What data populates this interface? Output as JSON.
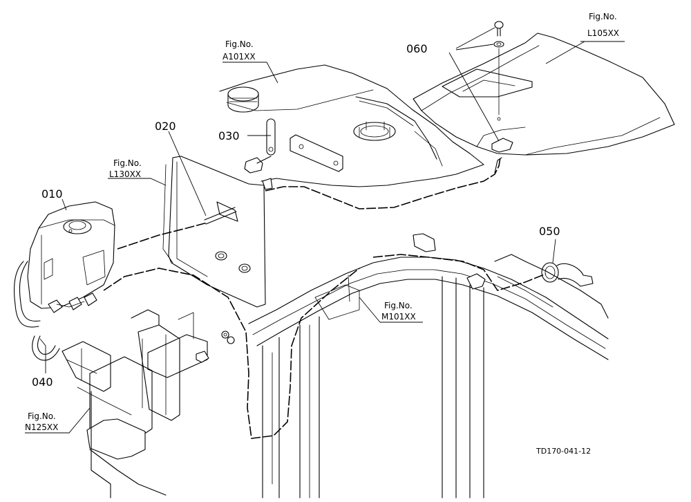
{
  "diagram": {
    "drawing_id": "TD170-041-12",
    "parts": [
      {
        "key": "010",
        "label": "010"
      },
      {
        "key": "020",
        "label": "020"
      },
      {
        "key": "030",
        "label": "030"
      },
      {
        "key": "040",
        "label": "040"
      },
      {
        "key": "050",
        "label": "050"
      },
      {
        "key": "060",
        "label": "060"
      }
    ],
    "figure_refs": [
      {
        "key": "a101",
        "title": "Fig.No.",
        "code": "A101XX"
      },
      {
        "key": "l105",
        "title": "Fig.No.",
        "code": "L105XX"
      },
      {
        "key": "l130",
        "title": "Fig.No.",
        "code": "L130XX"
      },
      {
        "key": "m101",
        "title": "Fig.No.",
        "code": "M101XX"
      },
      {
        "key": "n125",
        "title": "Fig.No.",
        "code": "N125XX"
      }
    ]
  }
}
